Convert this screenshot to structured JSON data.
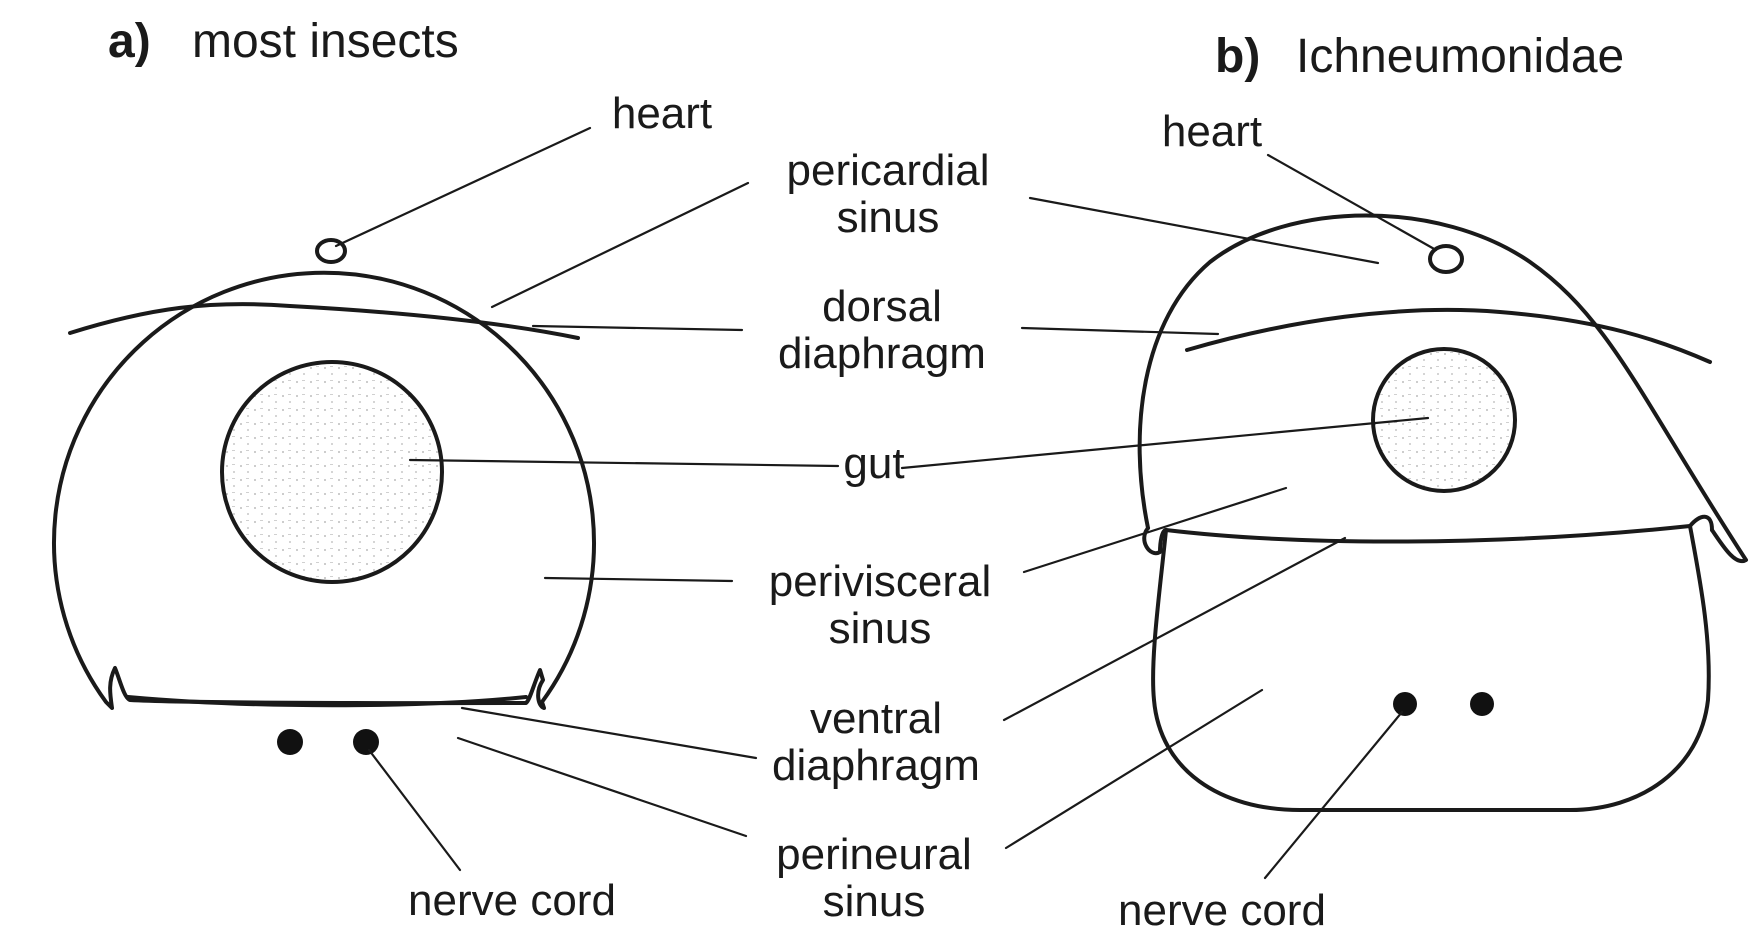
{
  "panel_a": {
    "letter": "a)",
    "title": "most insects",
    "heart": "heart",
    "nerve_cord": "nerve cord"
  },
  "panel_b": {
    "letter": "b)",
    "title": "Ichneumonidae",
    "heart": "heart",
    "nerve_cord": "nerve cord"
  },
  "labels": {
    "pericardial_sinus": [
      "pericardial",
      "sinus"
    ],
    "dorsal_diaphragm": [
      "dorsal",
      "diaphragm"
    ],
    "gut": "gut",
    "perivisceral_sinus": [
      "perivisceral",
      "sinus"
    ],
    "ventral_diaphragm": [
      "ventral",
      "diaphragm"
    ],
    "perineural_sinus": [
      "perineural",
      "sinus"
    ]
  }
}
